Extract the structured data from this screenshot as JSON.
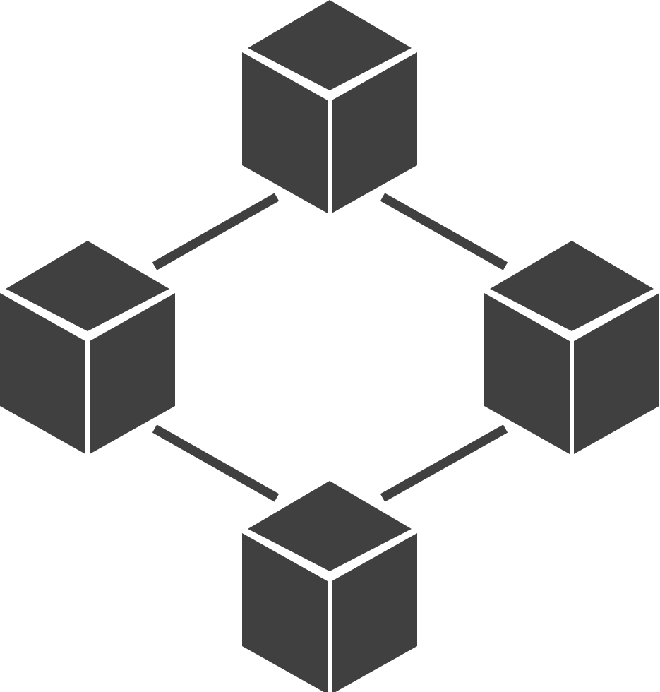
{
  "icon": {
    "name": "blockchain-network-icon",
    "fill": "#404040",
    "background": "#ffffff",
    "cubes": [
      {
        "name": "cube-top"
      },
      {
        "name": "cube-left"
      },
      {
        "name": "cube-right"
      },
      {
        "name": "cube-bottom"
      }
    ],
    "links": [
      {
        "name": "link-top-left"
      },
      {
        "name": "link-top-right"
      },
      {
        "name": "link-left-bottom"
      },
      {
        "name": "link-right-bottom"
      }
    ]
  }
}
